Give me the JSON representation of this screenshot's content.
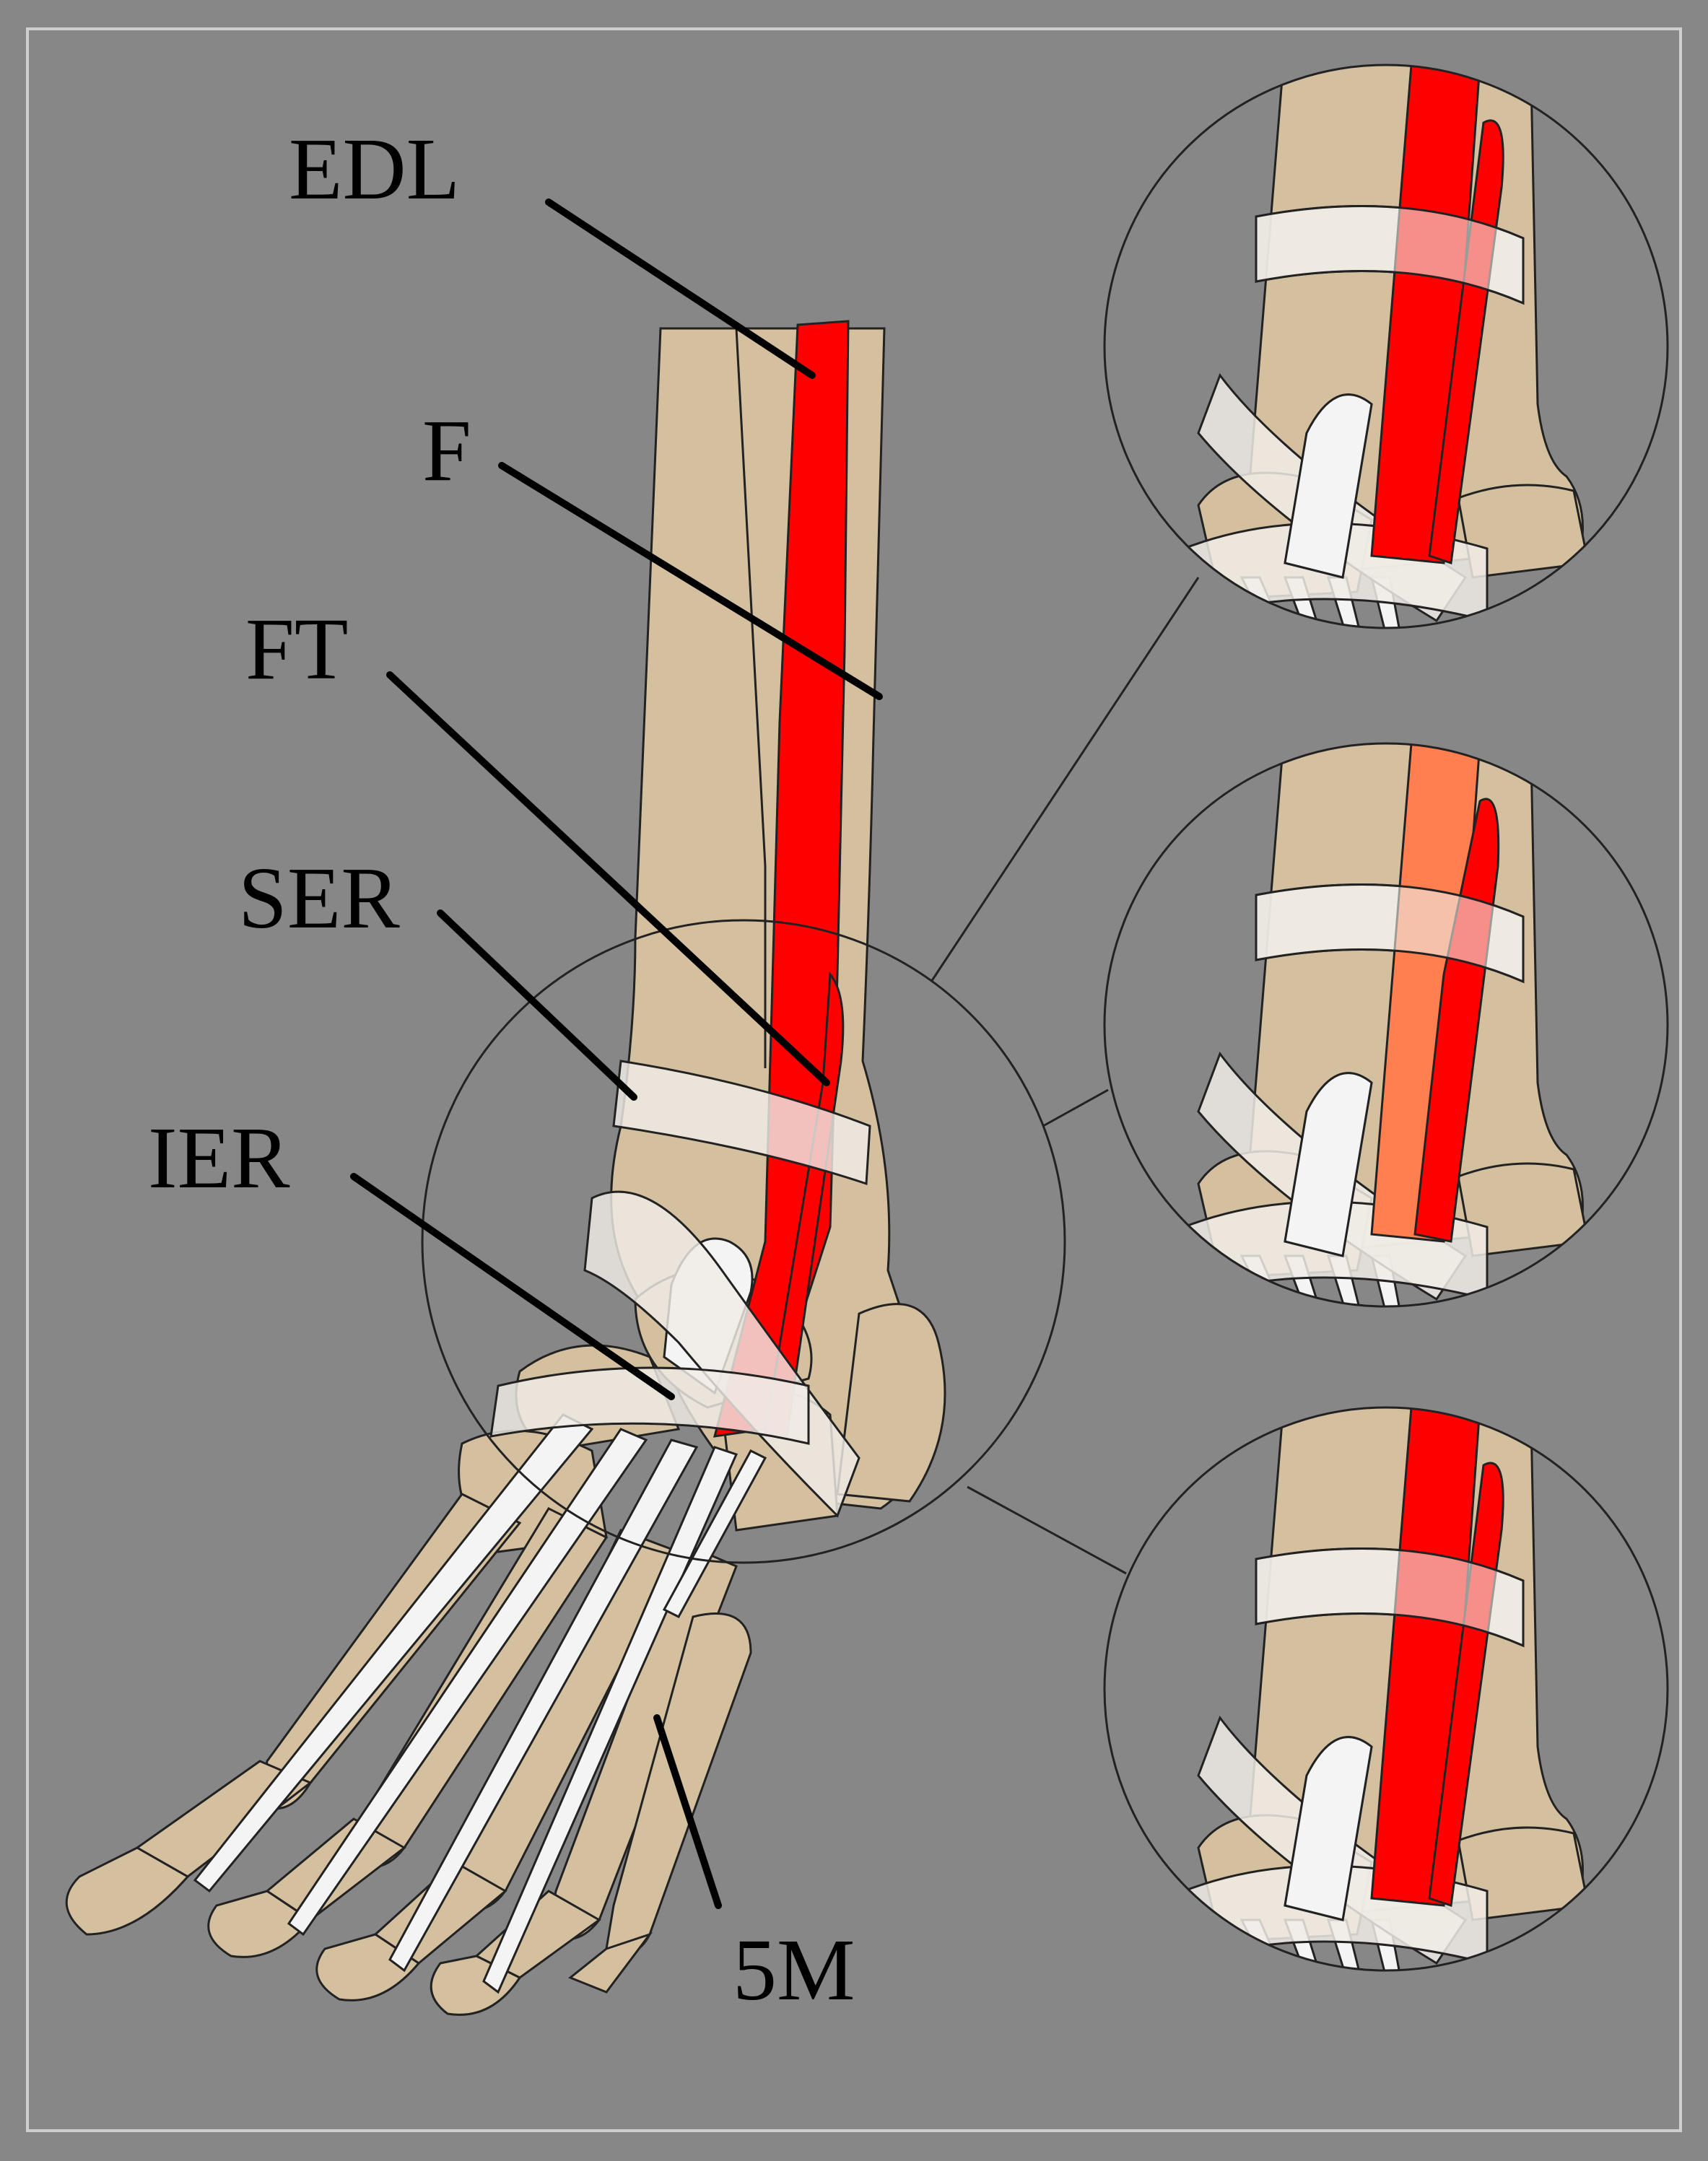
{
  "labels": {
    "edl": "EDL",
    "f": "F",
    "ft": "FT",
    "ser": "SER",
    "ier": "IER",
    "m5": "5M"
  },
  "colors": {
    "background": "#878787",
    "bone": "#d4bf9f",
    "tendon_red": "#ff0000",
    "tendon_orange": "#ff7f50",
    "retinaculum": "#f0ece6",
    "leader": "#000000"
  }
}
